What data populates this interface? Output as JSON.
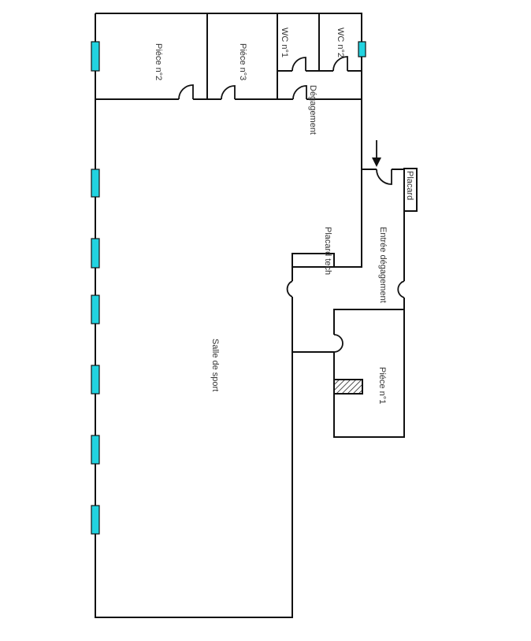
{
  "plan": {
    "rooms": {
      "piece2": "Piéce n°2",
      "piece3": "Piéce n°3",
      "wc1": "WC n°1",
      "wc2": "WC n°2",
      "degagement": "Dégagement",
      "placard": "Placard",
      "entree": "Entrée dégagement",
      "placard_tech": "Placard tech",
      "salle": "Salle de sport",
      "piece1": "Piéce n°1"
    },
    "colors": {
      "window": "#22d3e0",
      "wall": "#111111"
    }
  }
}
